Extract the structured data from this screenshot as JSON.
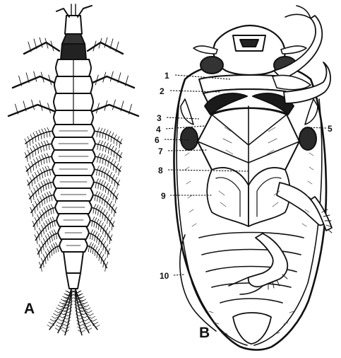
{
  "panels": {
    "a": {
      "letter": "A"
    },
    "b": {
      "letter": "B"
    }
  },
  "labels": [
    "1",
    "2",
    "3",
    "4",
    "5",
    "6",
    "7",
    "8",
    "9",
    "10"
  ]
}
